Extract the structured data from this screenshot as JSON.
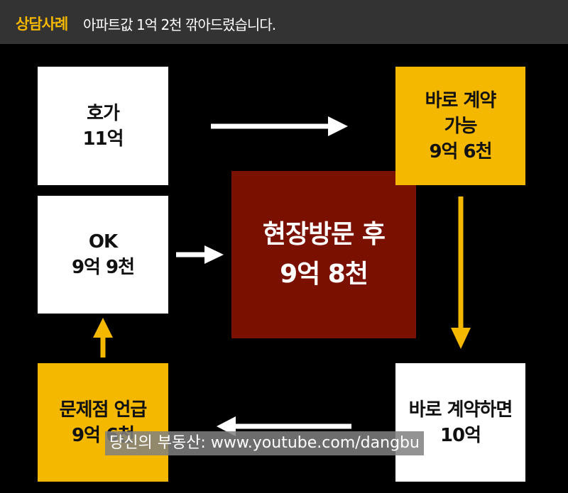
{
  "header": {
    "tag": "상담사례",
    "title": "아파트값 1억 2천 깎아드렸습니다."
  },
  "nodes": {
    "asking": {
      "line1": "호가",
      "line2": "11억"
    },
    "ok": {
      "line1": "OK",
      "line2": "9억 9천"
    },
    "problem": {
      "line1": "문제점 언급",
      "line2": "9억 6천"
    },
    "center": {
      "line1": "현장방문 후",
      "line2": "9억 8천"
    },
    "contract_now": {
      "line1": "바로 계약",
      "line2": "가능",
      "line3": "9억 6천"
    },
    "contract_if": {
      "line1": "바로 계약하면",
      "line2": "10억"
    }
  },
  "watermark": "당신의 부동산: www.youtube.com/dangbu",
  "colors": {
    "background": "#000000",
    "header_bg": "#333333",
    "accent_yellow": "#f5b800",
    "center_red": "#7a1000",
    "box_white": "#ffffff"
  }
}
